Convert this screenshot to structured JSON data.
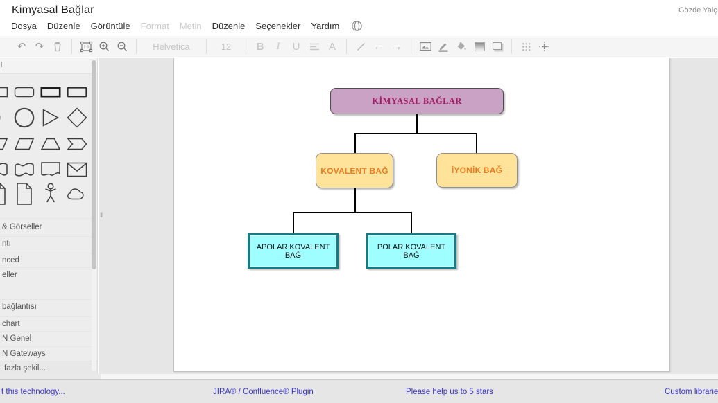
{
  "header": {
    "title": "Kimyasal Bağlar",
    "user_name": "Gözde Yalçın",
    "menu_items": [
      {
        "label": "Dosya",
        "enabled": true
      },
      {
        "label": "Düzenle",
        "enabled": true
      },
      {
        "label": "Görüntüle",
        "enabled": true
      },
      {
        "label": "Format",
        "enabled": false
      },
      {
        "label": "Metin",
        "enabled": false
      },
      {
        "label": "Düzenle",
        "enabled": true
      },
      {
        "label": "Seçenekler",
        "enabled": true
      },
      {
        "label": "Yardım",
        "enabled": true
      }
    ],
    "language_icon": "globe-icon"
  },
  "toolbar": {
    "font_name": "Helvetica",
    "font_size": "12",
    "glyphs": {
      "undo": "↶",
      "redo": "↷",
      "bold": "B",
      "italic": "I",
      "underline": "U",
      "font_color": "A",
      "arrow_left": "←",
      "arrow_right": "→"
    },
    "icons": [
      "undo",
      "redo",
      "delete",
      "fit-page",
      "zoom-in",
      "zoom-out",
      "font-family",
      "font-size",
      "bold",
      "italic",
      "underline",
      "align",
      "font-color",
      "line",
      "arrow-left",
      "arrow-right",
      "image",
      "line-color",
      "fill-color",
      "gradient",
      "shadow",
      "grid",
      "guides"
    ]
  },
  "sidebar": {
    "top_section_fragment": "l",
    "shapes": [
      [
        "rectangle",
        "rounded-rectangle",
        "bold-rectangle",
        "rectangle-2"
      ],
      [
        "ellipse",
        "circle",
        "triangle",
        "diamond"
      ],
      [
        "parallelogram",
        "parallelogram-2",
        "trapezoid",
        "chevron"
      ],
      [
        "wave",
        "tape",
        "document",
        "envelope"
      ],
      [
        "document-2",
        "note",
        "actor",
        "cloud"
      ]
    ],
    "sections": [
      "& Görseller",
      "ntı",
      "nced",
      "eller",
      "bağlantısı",
      "chart",
      "N Genel",
      "N Gateways"
    ],
    "more_shapes": "fazla şekil..."
  },
  "diagram": {
    "nodes": [
      {
        "id": "kimyasal",
        "label": "KİMYASAL BAĞLAR",
        "shape": "rounded",
        "fill": "#c9a2c6",
        "border": "#4d4d4d",
        "text_color": "#a61a66"
      },
      {
        "id": "kovalent",
        "label": "KOVALENT BAĞ",
        "shape": "rounded",
        "fill": "#ffe39b",
        "border": "#8f8f8f",
        "text_color": "#ee7c1f"
      },
      {
        "id": "iyonik",
        "label": "İYONİK BAĞ",
        "shape": "rounded",
        "fill": "#ffe39b",
        "border": "#8f8f8f",
        "text_color": "#ee7c1f"
      },
      {
        "id": "apolar",
        "label": "APOLAR KOVALENT BAĞ",
        "shape": "rect",
        "fill": "#9ffeff",
        "border": "#0f7e87",
        "text_color": "#101010"
      },
      {
        "id": "polar",
        "label": "POLAR KOVALENT BAĞ",
        "shape": "rect",
        "fill": "#9ffeff",
        "border": "#0f7e87",
        "text_color": "#101010"
      }
    ],
    "edges": [
      {
        "from": "kimyasal",
        "to": "kovalent"
      },
      {
        "from": "kimyasal",
        "to": "iyonik"
      },
      {
        "from": "kovalent",
        "to": "apolar"
      },
      {
        "from": "kovalent",
        "to": "polar"
      }
    ],
    "edge_color": "#000000"
  },
  "statusbar": {
    "link_color": "#3b36cc",
    "links": [
      "t this technology...",
      "JIRA® / Confluence® Plugin",
      "Please help us to 5 stars",
      "Custom libraries"
    ]
  }
}
